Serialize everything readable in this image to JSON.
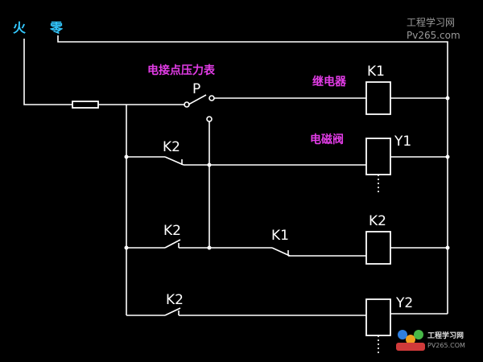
{
  "mains": {
    "live": "火",
    "neutral": "零"
  },
  "gauge": {
    "title": "电接点压力表",
    "symbol": "P"
  },
  "relay": {
    "caption": "继电器",
    "coil_label": "K1"
  },
  "valve1": {
    "caption": "电磁阀",
    "coil_label": "Y1"
  },
  "rung2": {
    "contact_label": "K2"
  },
  "rung3": {
    "contact_k2_label": "K2",
    "contact_k1_label": "K1",
    "coil_label": "K2"
  },
  "rung4": {
    "contact_label": "K2",
    "coil_label": "Y2"
  },
  "watermark": {
    "site_name": "工程学习网",
    "site_url": "Pv265.com",
    "badge_name": "工程学习网",
    "badge_url": "PV265.COM"
  },
  "colors": {
    "background": "#000000",
    "wire": "#ffffff",
    "mains_label": "#33c8ff",
    "caption": "#e23ce6"
  }
}
